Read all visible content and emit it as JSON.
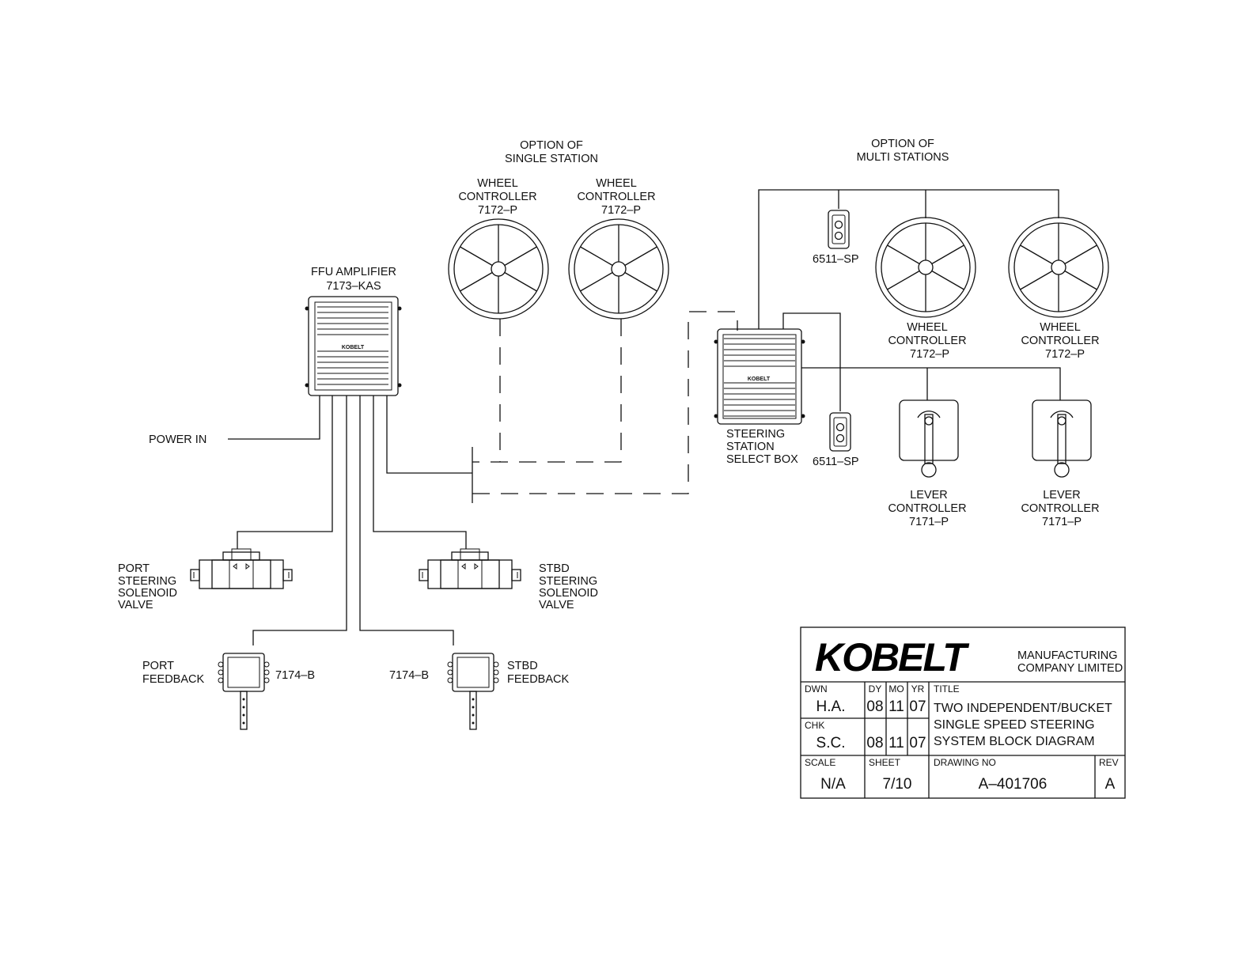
{
  "labels": {
    "option_single_1": "OPTION  OF",
    "option_single_2": "SINGLE  STATION",
    "option_multi_1": "OPTION  OF",
    "option_multi_2": "MULTI  STATIONS",
    "ffu_1": "FFU  AMPLIFIER",
    "ffu_2": "7173–KAS",
    "power_in": "POWER  IN",
    "wheel_1": "WHEEL",
    "wheel_2": "CONTROLLER",
    "wheel_3": "7172–P",
    "sp": "6511–SP",
    "select_1": "STEERING",
    "select_2": "STATION",
    "select_3": "SELECT  BOX",
    "lever_1": "LEVER",
    "lever_2": "CONTROLLER",
    "lever_3": "7171–P",
    "port_valve_1": "PORT",
    "port_valve_2": "STEERING",
    "port_valve_3": "SOLENOID",
    "port_valve_4": "VALVE",
    "stbd_valve_1": "STBD",
    "stbd_valve_2": "STEERING",
    "stbd_valve_3": "SOLENOID",
    "stbd_valve_4": "VALVE",
    "port_fb_1": "PORT",
    "port_fb_2": "FEEDBACK",
    "stbd_fb_1": "STBD",
    "stbd_fb_2": "FEEDBACK",
    "fb_part": "7174–B",
    "box_logo": "KOBELT"
  },
  "title_block": {
    "logo": "KOBELT",
    "company_1": "MANUFACTURING",
    "company_2": "COMPANY  LIMITED",
    "dwn_label": "DWN",
    "dwn_value": "H.A.",
    "chk_label": "CHK",
    "chk_value": "S.C.",
    "dy_label": "DY",
    "mo_label": "MO",
    "yr_label": "YR",
    "dwn_dy": "08",
    "dwn_mo": "11",
    "dwn_yr": "07",
    "chk_dy": "08",
    "chk_mo": "11",
    "chk_yr": "07",
    "title_label": "TITLE",
    "title_1": "TWO  INDEPENDENT/BUCKET",
    "title_2": "SINGLE  SPEED  STEERING",
    "title_3": "SYSTEM  BLOCK  DIAGRAM",
    "scale_label": "SCALE",
    "scale_value": "N/A",
    "sheet_label": "SHEET",
    "sheet_value": "7/10",
    "drawing_label": "DRAWING  NO",
    "drawing_value": "A–401706",
    "rev_label": "REV",
    "rev_value": "A"
  }
}
